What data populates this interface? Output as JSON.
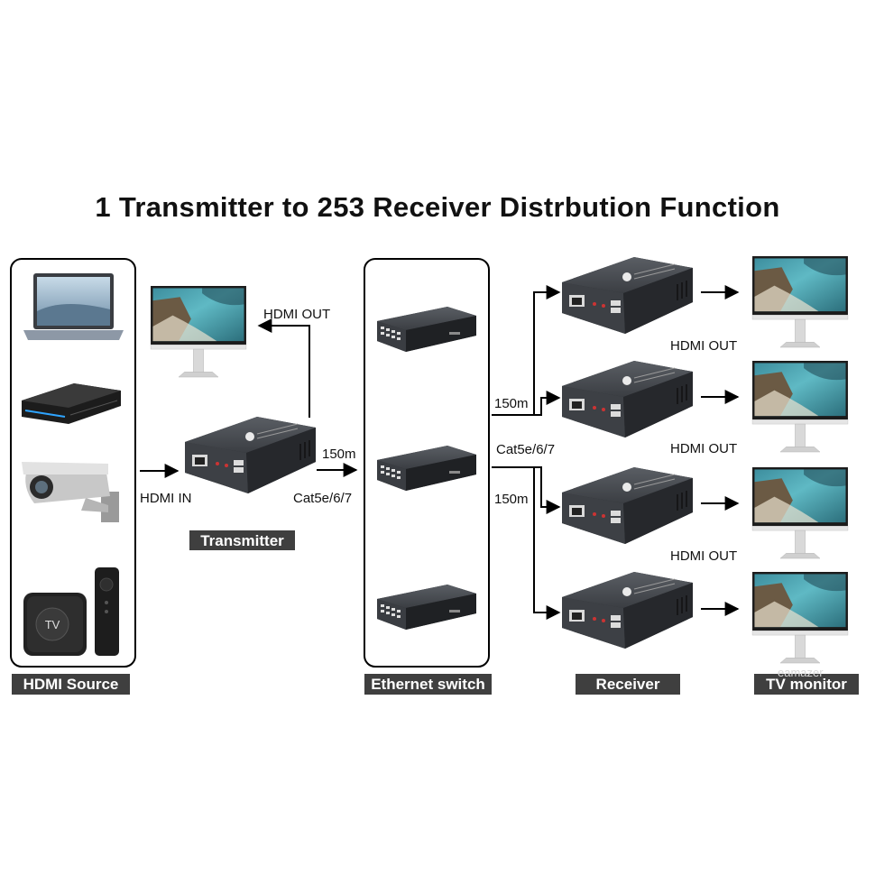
{
  "title": "1 Transmitter to 253 Receiver Distrbution Function",
  "labels": {
    "hdmi_in": "HDMI IN",
    "hdmi_out_top": "HDMI OUT",
    "tx_distance": "150m",
    "tx_cable": "Cat5e/6/7",
    "rx_distance_1": "150m",
    "rx_cable": "Cat5e/6/7",
    "rx_distance_2": "150m",
    "rx_hdmi_out_1": "HDMI OUT",
    "rx_hdmi_out_2": "HDMI OUT",
    "rx_hdmi_out_3": "HDMI OUT",
    "tv_label": "TV"
  },
  "tags": {
    "transmitter": "Transmitter",
    "hdmi_source": "HDMI Source",
    "ethernet_switch": "Ethernet switch",
    "receiver": "Receiver",
    "tv_monitor": "TV monitor"
  },
  "watermark": "eamazer",
  "colors": {
    "device_dark": "#3a3d42",
    "device_top": "#4a4e54",
    "tag_bg": "#3f3f3f",
    "line": "#000000"
  }
}
